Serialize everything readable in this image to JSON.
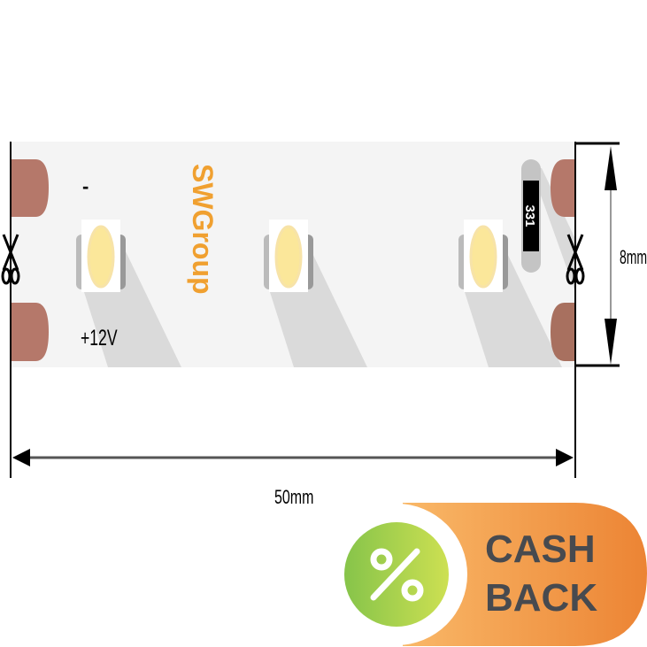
{
  "strip": {
    "minus_label": "-",
    "plus_label": "+12V",
    "brand_logo": "SWGroup",
    "resistor_code": "331",
    "led_count": 3
  },
  "dimensions": {
    "length_label": "50mm",
    "width_label": "8mm"
  },
  "badge": {
    "icon": "percent-icon",
    "line1": "CASH",
    "line2": "BACK"
  },
  "colors": {
    "strip_bg": "#f4f4f4",
    "copper": "#b5786a",
    "brand": "#f0a030",
    "led": "#fbe79a",
    "badge_orange": "#ef8a3a",
    "badge_green": "#8cc84b",
    "badge_text": "#474a4f"
  }
}
